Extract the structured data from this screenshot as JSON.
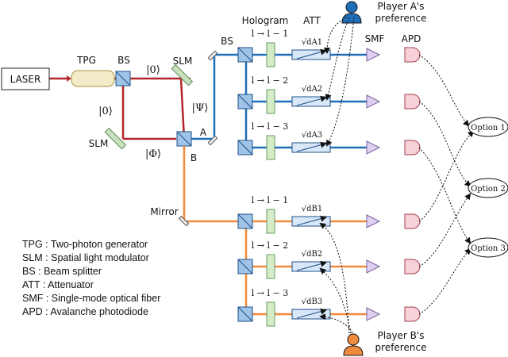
{
  "labels": {
    "laser": "LASER",
    "tpg": "TPG",
    "bs_source": "BS",
    "slm_top": "SLM",
    "slm_left": "SLM",
    "ket0_top": "|0⟩",
    "ket0_left": "|0⟩",
    "psi": "|Ψ⟩",
    "phi": "|Φ⟩",
    "port_a": "A",
    "port_b": "B",
    "bs_split": "BS",
    "mirror": "Mirror",
    "hologram": "Hologram",
    "att": "ATT",
    "smf": "SMF",
    "apd": "APD",
    "player_a": "Player A's",
    "player_b": "Player B's",
    "preference": "preference"
  },
  "transforms": [
    "l → l − 1",
    "l → l − 2",
    "l → l − 3"
  ],
  "att_a": [
    "√dA1",
    "√dA2",
    "√dA3"
  ],
  "att_b": [
    "√dB1",
    "√dB2",
    "√dB3"
  ],
  "options": [
    "Option 1",
    "Option 2",
    "Option 3"
  ],
  "legend": [
    "TPG : Two-photon generator",
    "SLM : Spatial light modulator",
    "BS : Beam splitter",
    "ATT : Attenuator",
    "SMF : Single-mode optical fiber",
    "APD : Avalanche photodiode"
  ],
  "colors": {
    "laser_path": "#b5262b",
    "beam_a": "#1f6fb8",
    "beam_b": "#f08a3c",
    "tpg_fill": "#f4ecc8",
    "bs_fill": "#9fc4e8",
    "hologram_fill": "#d4ecc8",
    "att_fill": "#d8e8f8",
    "smf_fill": "#e0d0f0",
    "apd_fill": "#f8d0d8",
    "slm_fill": "#c8e0c0",
    "player_a": "#1f6fb8",
    "player_b": "#f08a3c"
  }
}
